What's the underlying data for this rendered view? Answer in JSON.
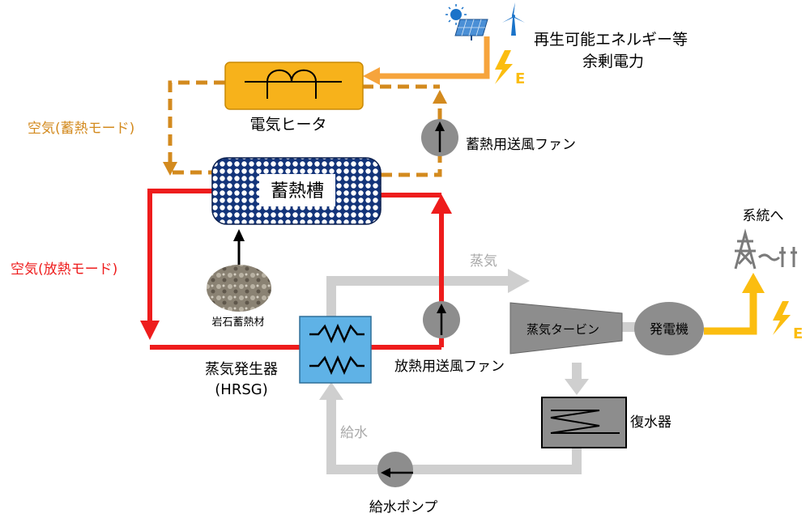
{
  "labels": {
    "renewable_line1": "再生可能エネルギー等",
    "renewable_line2": "余剰電力",
    "electric_heater": "電気ヒータ",
    "air_charge_mode": "空気(蓄熱モード)",
    "charge_fan": "蓄熱用送風ファン",
    "storage_tank": "蓄熱槽",
    "air_discharge_mode": "空気(放熱モード)",
    "rock_material": "岩石蓄熱材",
    "steam": "蒸気",
    "steam_turbine": "蒸気タービン",
    "generator": "発電機",
    "to_grid": "系統へ",
    "hrsg_line1": "蒸気発生器",
    "hrsg_line2": "(HRSG)",
    "discharge_fan": "放熱用送風ファン",
    "condenser": "復水器",
    "feedwater": "給水",
    "feed_pump": "給水ポンプ",
    "power_symbol_1": "E",
    "power_symbol_2": "E"
  },
  "colors": {
    "charge_air": "#d38a1e",
    "discharge_air": "#ee1c1c",
    "steam_water": "#cfcfcf",
    "electric": "#f6a43c",
    "power_out": "#fbbd10",
    "heater_fill": "#f7b21b",
    "tank_fill": "#14357a",
    "hrsg_fill": "#5fb2e6",
    "equipment_gray": "#8d8d8d"
  },
  "icons": {
    "sun": "sun-icon",
    "solar_panel": "solar-panel-icon",
    "wind_turbine": "wind-turbine-icon",
    "lightning": "lightning-icon",
    "transmission_tower": "transmission-tower-icon"
  }
}
